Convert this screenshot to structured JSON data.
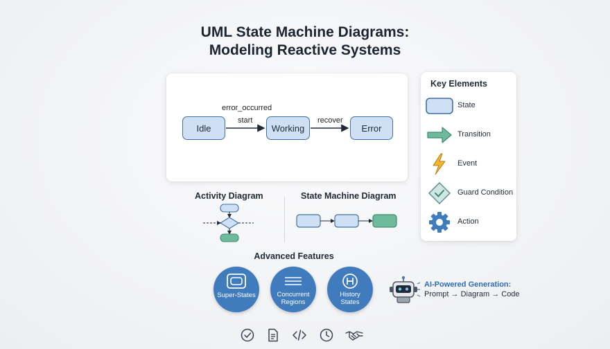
{
  "title": {
    "line1": "UML State Machine Diagrams:",
    "line2": "Modeling Reactive Systems"
  },
  "main_diagram": {
    "states": [
      "Idle",
      "Working",
      "Error"
    ],
    "transitions": [
      {
        "from": "Idle",
        "to": "Working",
        "label": "start"
      },
      {
        "from": "Working",
        "to": "Error",
        "label": "recover"
      }
    ],
    "extra_label": "error_occurred"
  },
  "key": {
    "title": "Key Elements",
    "items": [
      {
        "label": "State",
        "icon": "state-box-icon"
      },
      {
        "label": "Transition",
        "icon": "arrow-right-icon"
      },
      {
        "label": "Event",
        "icon": "lightning-icon"
      },
      {
        "label": "Guard Condition",
        "icon": "diamond-check-icon"
      },
      {
        "label": "Action",
        "icon": "gear-icon"
      }
    ]
  },
  "comparison": {
    "activity_title": "Activity Diagram",
    "state_machine_title": "State Machine Diagram"
  },
  "advanced": {
    "title": "Advanced Features",
    "items": [
      {
        "line1": "Super-States",
        "line2": "",
        "icon": "nested-box-icon"
      },
      {
        "line1": "Concurrent",
        "line2": "Regions",
        "icon": "parallel-lines-icon"
      },
      {
        "line1": "History",
        "line2": "States",
        "icon": "history-h-icon"
      }
    ]
  },
  "ai": {
    "title": "AI-Powered Generation:",
    "subtitle": "Prompt → Diagram → Code",
    "icon": "robot-icon"
  },
  "footer_icons": [
    "check-circle-icon",
    "document-icon",
    "code-icon",
    "clock-icon",
    "handshake-icon"
  ],
  "colors": {
    "state_fill": "#cfe0f4",
    "state_stroke": "#3d6fa8",
    "accent_blue": "#3f7bbd",
    "accent_green": "#6dbb9c",
    "event_yellow": "#f2b632",
    "ai_text": "#2f6db3"
  }
}
